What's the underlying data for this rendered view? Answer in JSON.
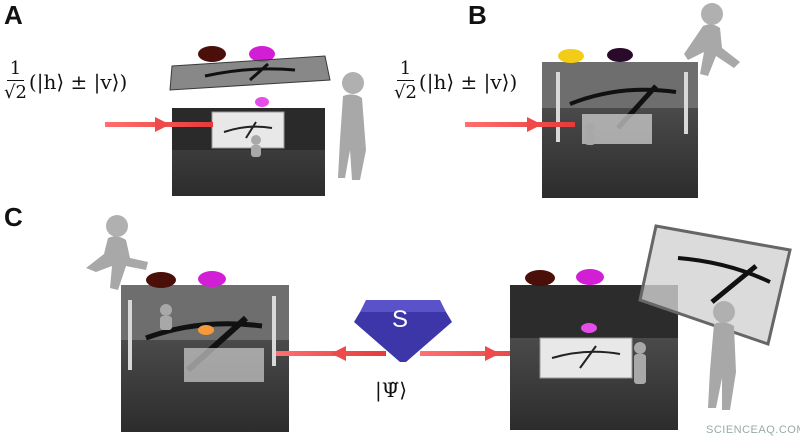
{
  "panels": [
    {
      "label": "A",
      "formula": {
        "numerator": "1",
        "denominator": "√2",
        "expr": "(|h⟩ ± |v⟩)"
      }
    },
    {
      "label": "B",
      "formula": {
        "numerator": "1",
        "denominator": "√2",
        "expr": "(|h⟩ ± |v⟩)"
      }
    },
    {
      "label": "C"
    }
  ],
  "source_label": "S",
  "source_state": "|Ψ̃⟩",
  "watermark": "SCIENCEAQ.COM",
  "colors": {
    "box": "#3b3b3b",
    "box_top": "#525252",
    "beam": "#ef4a4a",
    "source": "#3c36a8",
    "magenta": "#d21fd6",
    "dark_red": "#4a0f08",
    "yellow": "#f3cc18",
    "figure": "#a8a8a8"
  }
}
